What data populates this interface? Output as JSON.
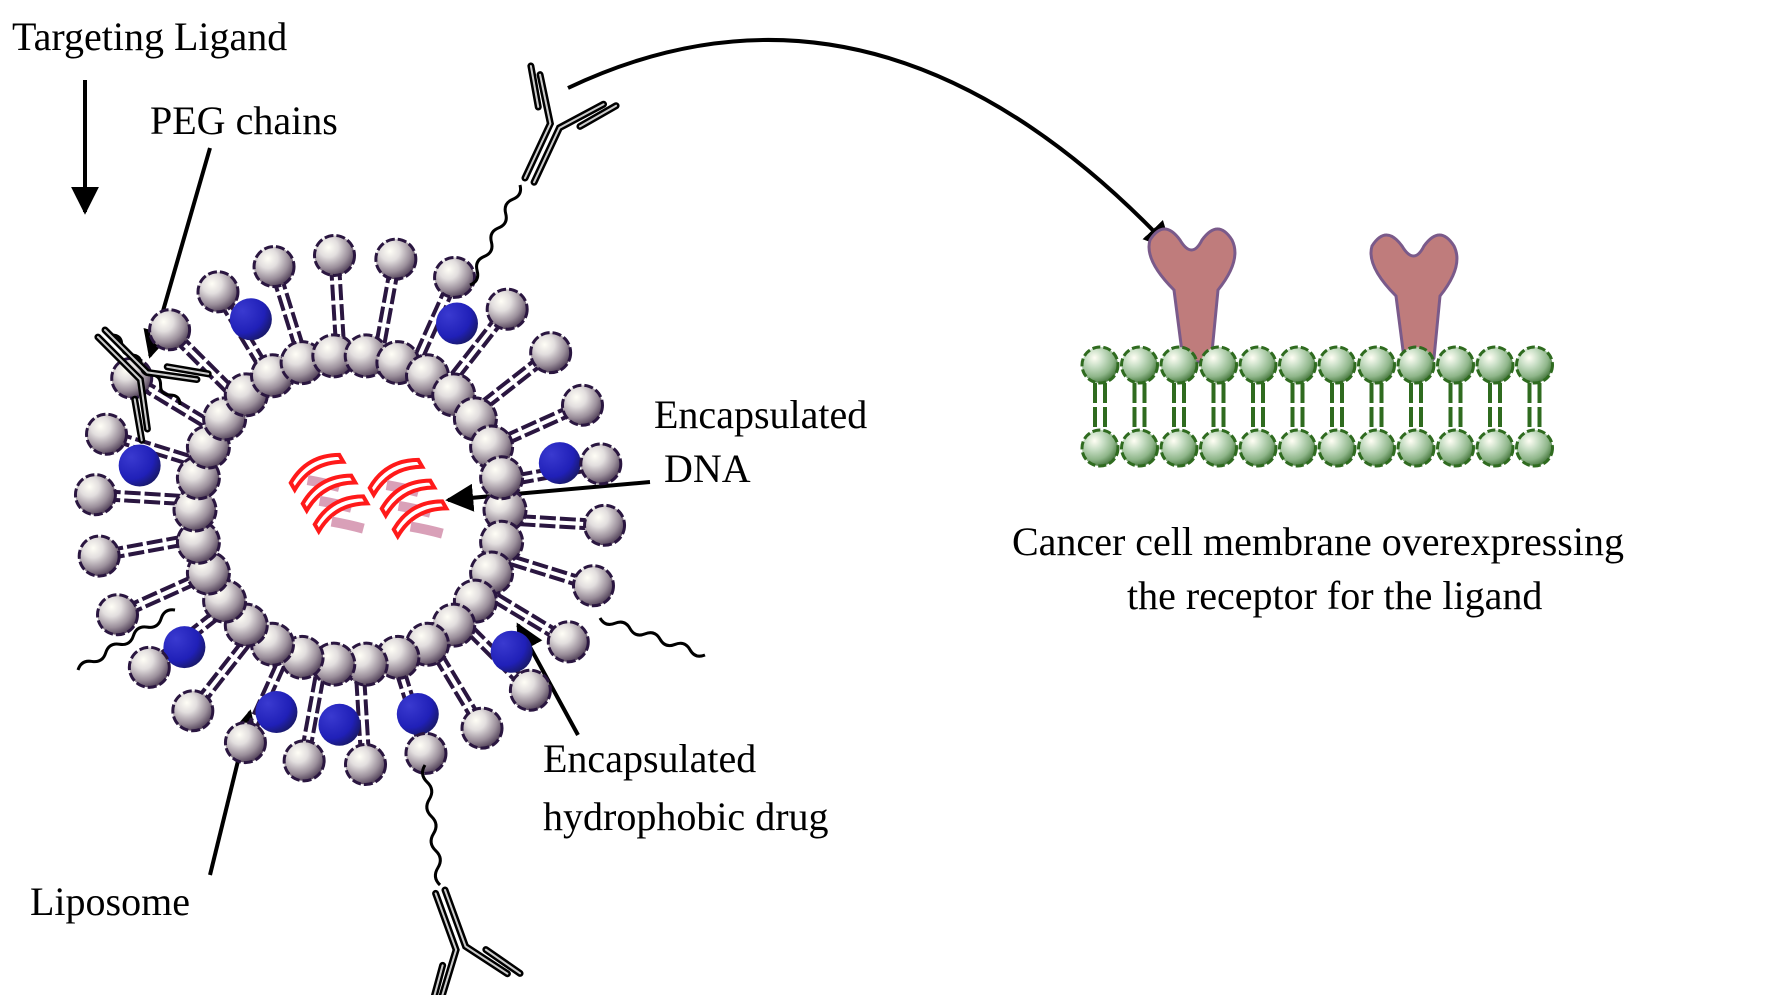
{
  "diagram": {
    "title": "Targeted liposome drug delivery to cancer cell",
    "labels": {
      "targeting_ligand": "Targeting Ligand",
      "peg_chains": "PEG chains",
      "encapsulated_dna_line1": "Encapsulated",
      "encapsulated_dna_line2": "DNA",
      "encapsulated_drug_line1": "Encapsulated",
      "encapsulated_drug_line2": "hydrophobic drug",
      "liposome": "Liposome",
      "membrane_line1": "Cancer cell membrane overexpressing",
      "membrane_line2": "the receptor for the ligand"
    },
    "colors": {
      "lipid_head": "#e9e6e8",
      "lipid_outline": "#2a1640",
      "drug": "#2222bb",
      "dna": "#ff1a1a",
      "dna_fill": "#d9a0b8",
      "membrane_head": "#b9d6b6",
      "membrane_outline": "#2f6b1f",
      "receptor": "#bf7c7c",
      "receptor_outline": "#7a5a8a"
    },
    "liposome": {
      "outer_lipid_count": 26,
      "inner_lipid_count": 30,
      "drug_molecule_count": 9,
      "dna_helix_count": 2,
      "peg_ligand_count": 4
    },
    "membrane": {
      "lipid_pair_count": 12,
      "receptor_count": 2
    }
  }
}
